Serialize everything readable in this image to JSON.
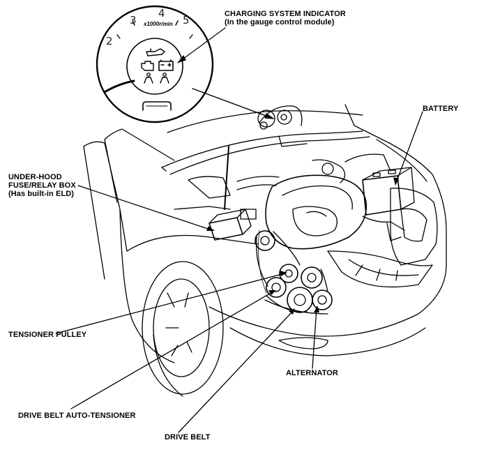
{
  "labels": {
    "charging_indicator": {
      "line1": "CHARGING SYSTEM INDICATOR",
      "line2": "(In the gauge control module)"
    },
    "battery": "BATTERY",
    "fuse_box": {
      "line1": "UNDER-HOOD",
      "line2": "FUSE/RELAY BOX",
      "line3": "(Has built-in ELD)"
    },
    "tensioner_pulley": "TENSIONER PULLEY",
    "alternator": "ALTERNATOR",
    "auto_tensioner": "DRIVE BELT AUTO-TENSIONER",
    "drive_belt": "DRIVE BELT"
  },
  "gauge": {
    "numbers": [
      "2",
      "3",
      "4",
      "5"
    ],
    "unit": "x1000r/min"
  }
}
